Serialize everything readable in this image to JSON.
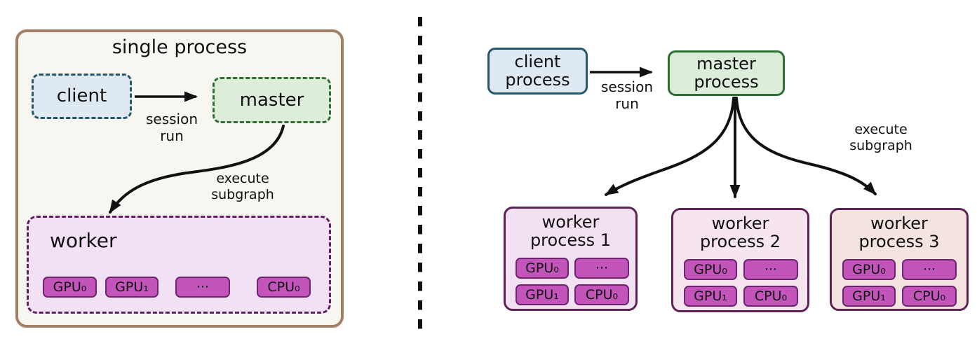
{
  "left_panel": {
    "title": "single process",
    "client_label": "client",
    "master_label": "master",
    "session_run": [
      "session",
      "run"
    ],
    "execute_subgraph": [
      "execute",
      "subgraph"
    ],
    "worker": {
      "title": "worker",
      "devices": [
        "GPU₀",
        "GPU₁",
        "···",
        "CPU₀"
      ]
    }
  },
  "right_panel": {
    "client_label": [
      "client",
      "process"
    ],
    "master_label": [
      "master",
      "process"
    ],
    "session_run": [
      "session",
      "run"
    ],
    "execute_subgraph": [
      "execute",
      "subgraph"
    ],
    "workers": [
      {
        "title": [
          "worker",
          "process 1"
        ],
        "devices": [
          "GPU₀",
          "···",
          "GPU₁",
          "CPU₀"
        ]
      },
      {
        "title": [
          "worker",
          "process 2"
        ],
        "devices": [
          "GPU₀",
          "···",
          "GPU₁",
          "CPU₀"
        ]
      },
      {
        "title": [
          "worker",
          "process 3"
        ],
        "devices": [
          "GPU₀",
          "···",
          "GPU₁",
          "CPU₀"
        ]
      }
    ]
  },
  "colors": {
    "panel_fill": "#f8f6f1",
    "panel_border": "#a28068",
    "client_fill": "#dee9f1",
    "client_border": "#27566b",
    "master_fill": "#dcedda",
    "master_border": "#2e7032",
    "worker_left_fill": "#f2e0f4",
    "worker_left_border": "#5d2162",
    "worker1_fill": "#f2e1f1",
    "worker2_fill": "#f6e4ee",
    "worker3_fill": "#f4e4e0",
    "worker_border": "#5e2355",
    "device_fill": "#c254ba",
    "device_border": "#6e2570",
    "arrow": "#111111"
  }
}
